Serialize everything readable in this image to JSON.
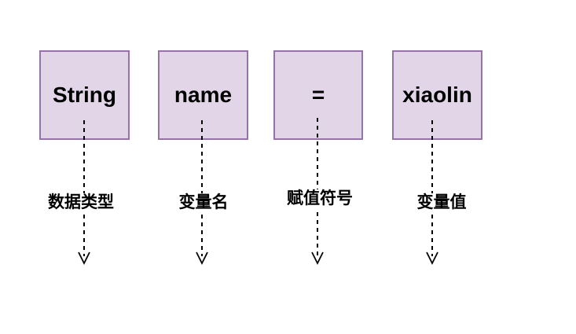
{
  "diagram": {
    "boxes": [
      {
        "text": "String",
        "label": "数据类型"
      },
      {
        "text": "name",
        "label": "变量名"
      },
      {
        "text": "=",
        "label": "赋值符号"
      },
      {
        "text": "xiaolin",
        "label": "变量值"
      }
    ],
    "colors": {
      "box_fill": "#E1D5E7",
      "box_border": "#9673A6",
      "arrow": "#000000",
      "text": "#000000"
    }
  }
}
